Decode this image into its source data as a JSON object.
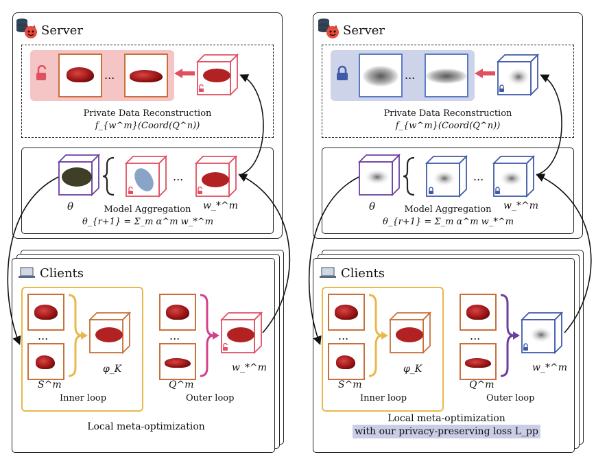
{
  "colors": {
    "orange": "#c8703a",
    "red": "#e05060",
    "blue": "#3f5aa8",
    "purple": "#6b3fa0",
    "yellow": "#e8b84a",
    "magenta": "#d0418a",
    "red_shade": "#f5c4c4",
    "blue_shade": "#cdd3e8"
  },
  "left": {
    "server": {
      "title": "Server",
      "reconstruction_label": "Private Data Reconstruction",
      "reconstruction_formula": "f_{w^m}(Coord(Q^n))",
      "ellipsis": "..."
    },
    "aggregation": {
      "theta_label": "θ",
      "w_label": "w_*^m",
      "title": "Model Aggregation",
      "formula": "θ_{r+1} = Σ_m α^m w_*^m",
      "ellipsis": "..."
    },
    "clients": {
      "title": "Clients",
      "ellipsis1": "...",
      "ellipsis2": "...",
      "phi_label": "φ_K",
      "w_label": "w_*^m",
      "s_label": "S^m",
      "q_label": "Q^m",
      "inner_loop": "Inner loop",
      "outer_loop": "Outer loop",
      "footer": "Local meta-optimization"
    }
  },
  "right": {
    "server": {
      "title": "Server",
      "reconstruction_label": "Private Data Reconstruction",
      "reconstruction_formula": "f_{w^m}(Coord(Q^n))",
      "ellipsis": "..."
    },
    "aggregation": {
      "theta_label": "θ",
      "w_label": "w_*^m",
      "title": "Model Aggregation",
      "formula": "θ_{r+1} = Σ_m α^m w_*^m",
      "ellipsis": "..."
    },
    "clients": {
      "title": "Clients",
      "ellipsis1": "...",
      "ellipsis2": "...",
      "phi_label": "φ_K",
      "w_label": "w_*^m",
      "s_label": "S^m",
      "q_label": "Q^m",
      "inner_loop": "Inner loop",
      "outer_loop": "Outer loop",
      "footer": "Local meta-optimization",
      "footer2": "with our privacy-preserving loss L_pp"
    }
  },
  "icons": [
    "database-icon",
    "devil-icon",
    "laptop-icon",
    "lock-icon",
    "unlock-icon",
    "cube-icon",
    "brace-icon",
    "arrow-icon"
  ]
}
